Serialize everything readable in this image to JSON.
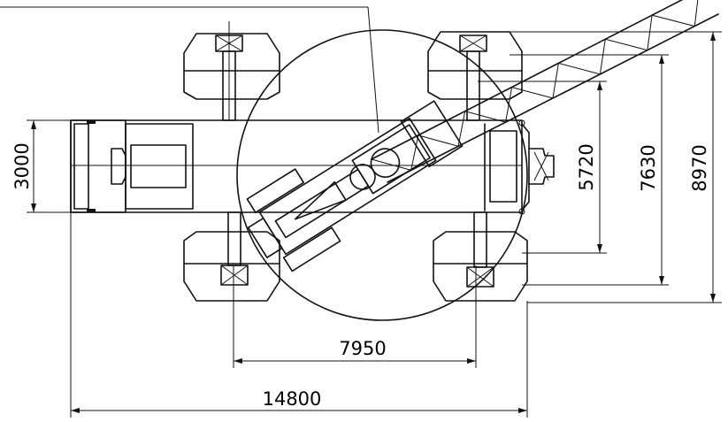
{
  "dimensions": {
    "width_overall": "14800",
    "axle_spacing": "7950",
    "carrier_width": "3000",
    "outrigger_inner": "5720",
    "outrigger_mid": "7630",
    "outrigger_outer": "8970"
  }
}
